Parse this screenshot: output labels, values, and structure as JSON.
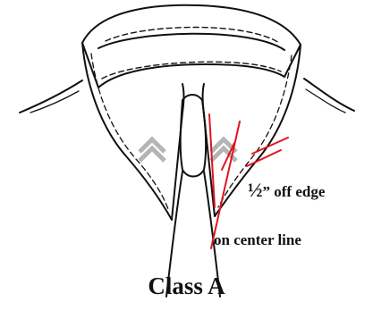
{
  "caption": "Class A",
  "annotations": {
    "half_inch_value": "½",
    "half_inch_rest": "” off edge",
    "center_line": "on center line"
  },
  "colors": {
    "ink": "#111111",
    "marker": "#e0141e",
    "chevron": "#b5b5b5"
  }
}
